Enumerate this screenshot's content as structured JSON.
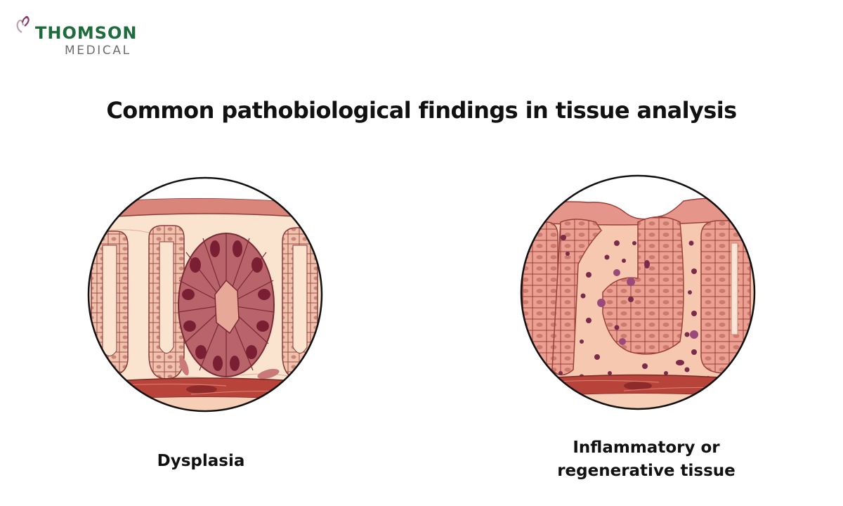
{
  "brand": {
    "logo_icon": "butterfly-heart-icon",
    "name_line1": "THOMSON",
    "name_line2": "MEDICAL",
    "primary_color": "#1e6b3c",
    "secondary_color": "#6d6d6d",
    "icon_color": "#8a3b6b"
  },
  "title": "Common pathobiological findings in tissue analysis",
  "panels": [
    {
      "id": "dysplasia",
      "illustration": "dysplasia-tissue-cross-section",
      "caption": "Dysplasia"
    },
    {
      "id": "inflammatory",
      "illustration": "inflammatory-tissue-cross-section",
      "caption_line1": "Inflammatory or",
      "caption_line2": "regenerative tissue"
    }
  ],
  "colors": {
    "stroma": "#f6d2b3",
    "epithelium": "#e8a892",
    "cell_border": "#8b3a3a",
    "nucleus": "#8c2f3f",
    "muscle": "#b8433a",
    "inflammatory_cell": "#7a2a4a",
    "circle_outline": "#111111"
  }
}
